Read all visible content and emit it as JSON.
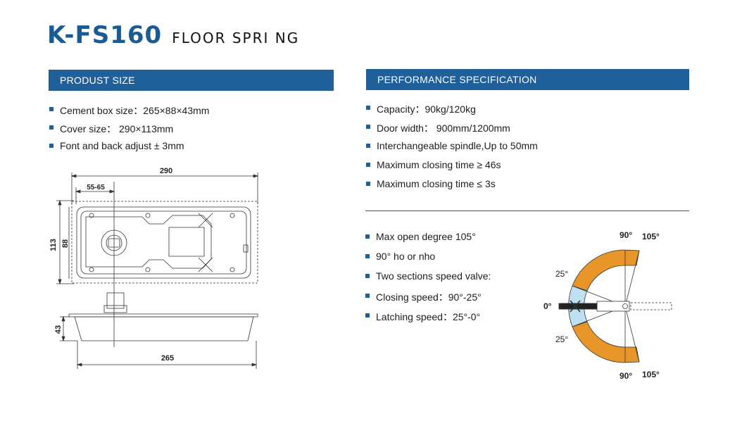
{
  "header": {
    "model": "K-FS160",
    "subtitle": "FLOOR SPRI NG"
  },
  "product_size": {
    "heading": "PRODUST SIZE",
    "items": [
      "Cement box size：265×88×43mm",
      "Cover size： 290×113mm",
      "Font and back adjust ± 3mm"
    ]
  },
  "performance": {
    "heading": "PERFORMANCE SPECIFICATION",
    "items": [
      "Capacity：90kg/120kg",
      "Door width： 900mm/1200mm",
      "Interchangeable spindle,Up to 50mm",
      "Maximum closing time ≥ 46s",
      "Maximum closing time ≤ 3s"
    ],
    "items2": [
      "Max open degree 105°",
      "90° ho or nho",
      "Two sections speed valve:",
      "Closing speed：90°-25°",
      "Latching speed：25°-0°"
    ]
  },
  "drawing": {
    "dim_290": "290",
    "dim_55_65": "55-65",
    "dim_113": "113",
    "dim_88": "88",
    "dim_43": "43",
    "dim_265": "265"
  },
  "angle_diagram": {
    "label_90_top": "90°",
    "label_105_top": "105°",
    "label_25_top": "25°",
    "label_0": "0°",
    "label_25_bottom": "25°",
    "label_90_bottom": "90°",
    "label_105_bottom": "105°",
    "colors": {
      "closing": "#e8962a",
      "latching": "#bfe0f2",
      "blue": "#1f5f9a"
    }
  }
}
